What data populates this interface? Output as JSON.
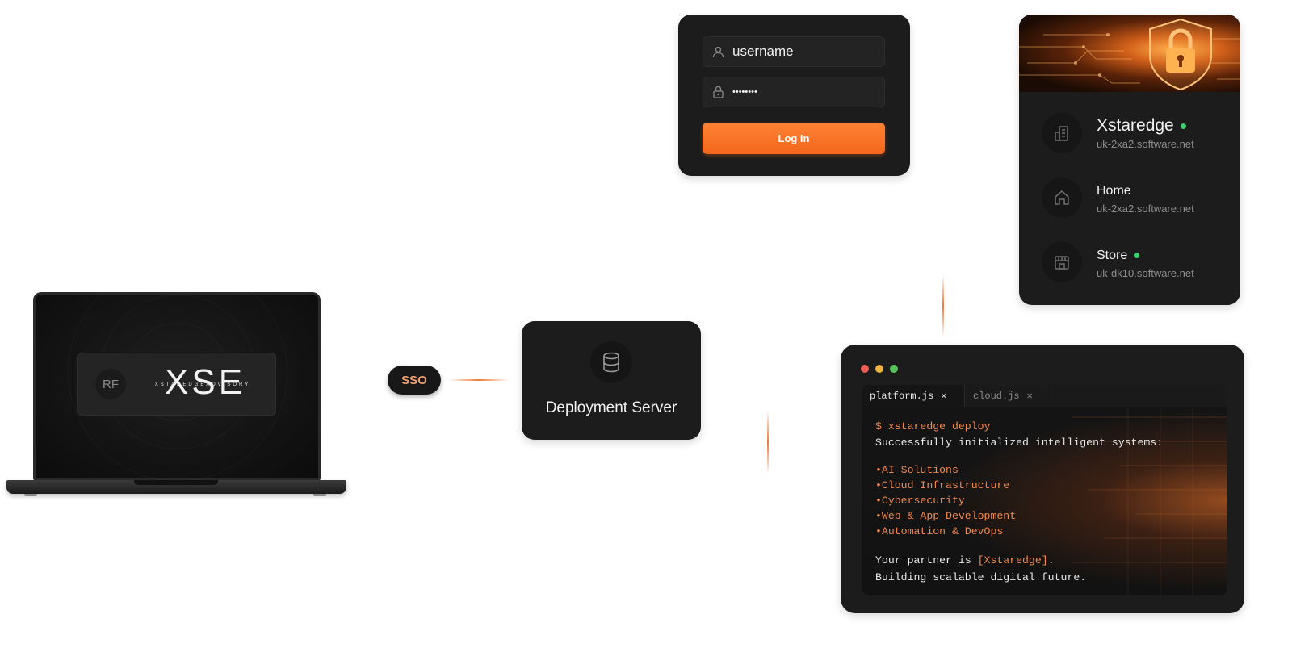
{
  "laptop": {
    "badge": "RF",
    "logo": "XSE",
    "logo_subtitle": "XSTAREDGEADVISORY"
  },
  "sso": {
    "label": "SSO"
  },
  "deployment": {
    "title": "Deployment Server",
    "icon": "database-icon"
  },
  "login": {
    "username_value": "username",
    "password_value": "••••••••",
    "button_label": "Log In",
    "user_icon": "user-icon",
    "lock_icon": "lock-icon",
    "accent": "#f26b1f"
  },
  "sites": {
    "banner": "security-shield-lock-banner",
    "items": [
      {
        "name": "Xstaredge",
        "host": "uk-2xa2.software.net",
        "online": true,
        "icon": "building-icon"
      },
      {
        "name": "Home",
        "host": "uk-2xa2.software.net",
        "online": false,
        "icon": "home-icon"
      },
      {
        "name": "Store",
        "host": "uk-dk10.software.net",
        "online": true,
        "icon": "store-icon"
      }
    ],
    "status_color": "#3ecf6e"
  },
  "terminal": {
    "tabs": [
      {
        "label": "platform.js",
        "active": true
      },
      {
        "label": "cloud.js",
        "active": false
      }
    ],
    "prompt": "$",
    "command": "xstaredge deploy",
    "status": "Successfully initialized intelligent systems:",
    "bullet": "•",
    "services": [
      "AI Solutions",
      "Cloud Infrastructure",
      "Cybersecurity",
      "Web & App Development",
      "Automation & DevOps"
    ],
    "partner_prefix": "Your partner is ",
    "partner_name": "[Xstaredge]",
    "partner_suffix": ".",
    "closing": "Building scalable digital future.",
    "window_controls": [
      "#ec5f57",
      "#e9b440",
      "#56c45a"
    ]
  }
}
